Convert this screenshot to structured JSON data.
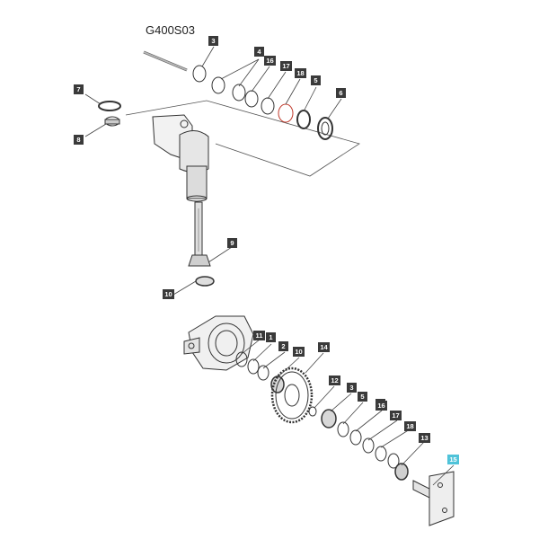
{
  "diagram": {
    "title": "G400S03",
    "colors": {
      "callout_box": "#3a3a3a",
      "callout_highlight": "#4fc3d9",
      "callout_text": "#ffffff",
      "line": "#333333",
      "highlight_ring": "#c0392b"
    },
    "callouts": [
      {
        "id": "c3a",
        "label": "3"
      },
      {
        "id": "c4a",
        "label": "4"
      },
      {
        "id": "c16a",
        "label": "16"
      },
      {
        "id": "c17a",
        "label": "17"
      },
      {
        "id": "c18a",
        "label": "18"
      },
      {
        "id": "c5a",
        "label": "5"
      },
      {
        "id": "c6",
        "label": "6"
      },
      {
        "id": "c7",
        "label": "7"
      },
      {
        "id": "c8",
        "label": "8"
      },
      {
        "id": "c9",
        "label": "9"
      },
      {
        "id": "c10a",
        "label": "10"
      },
      {
        "id": "c11",
        "label": "11"
      },
      {
        "id": "c1",
        "label": "1"
      },
      {
        "id": "c2",
        "label": "2"
      },
      {
        "id": "c10b",
        "label": "10"
      },
      {
        "id": "c14",
        "label": "14"
      },
      {
        "id": "c12",
        "label": "12"
      },
      {
        "id": "c3b",
        "label": "3"
      },
      {
        "id": "c5b",
        "label": "5"
      },
      {
        "id": "c4b",
        "label": "4"
      },
      {
        "id": "c16b",
        "label": "16"
      },
      {
        "id": "c17b",
        "label": "17"
      },
      {
        "id": "c18b",
        "label": "18"
      },
      {
        "id": "c13",
        "label": "13"
      },
      {
        "id": "c15",
        "label": "15",
        "highlight": true
      }
    ]
  }
}
